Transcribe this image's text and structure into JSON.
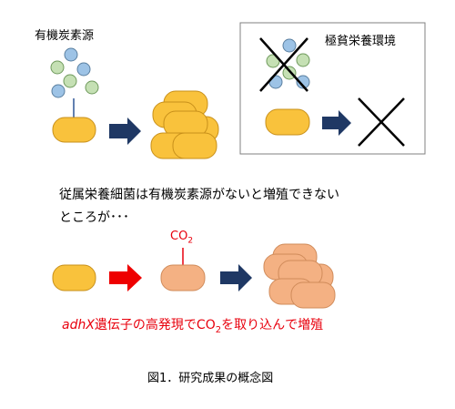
{
  "top_left": {
    "label": "有機炭素源"
  },
  "top_right": {
    "label": "極貧栄養環境"
  },
  "statement": {
    "line1": "従属栄養細菌は有機炭素源がないと増殖できない",
    "line2": "ところが･･･"
  },
  "co2_label": {
    "main": "CO",
    "sub": "2"
  },
  "result": {
    "italic": "adhX",
    "part1": "遺伝子の高発現でCO",
    "sub": "2",
    "part2": "を取り込んで増殖"
  },
  "caption": "図1．研究成果の概念図",
  "colors": {
    "cell_yellow": "#F9C23C",
    "cell_outline_yellow": "#C8901A",
    "cell_salmon": "#F4B183",
    "cell_outline_salmon": "#D08B5A",
    "dark_arrow": "#1F3864",
    "red_arrow": "#EE0000",
    "carbon_blue": "#9DC3E6",
    "carbon_green": "#C5E0B4",
    "accent_red": "#E8000D"
  }
}
